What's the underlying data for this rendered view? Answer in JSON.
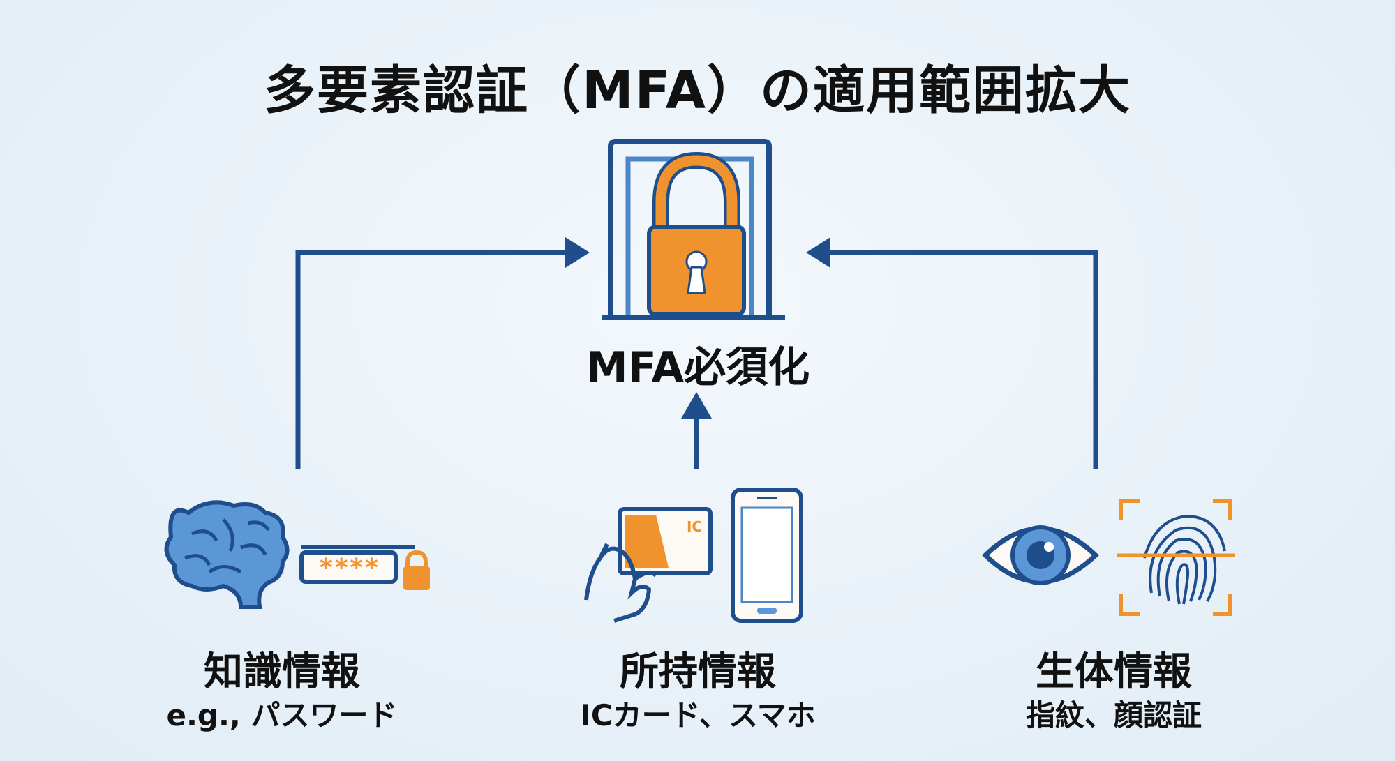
{
  "title": "多要素認証（MFA）の適用範囲拡大",
  "center": {
    "label": "MFA必須化"
  },
  "categories": [
    {
      "title": "知識情報",
      "subtitle": "e.g., パスワード",
      "password_mask": "****"
    },
    {
      "title": "所持情報",
      "subtitle": "ICカード、スマホ",
      "card_text": "IC"
    },
    {
      "title": "生体情報",
      "subtitle": "指紋、顔認証"
    }
  ],
  "colors": {
    "primary_blue": "#1f4e8c",
    "icon_blue": "#4a86c8",
    "light_blue": "#8fb8e6",
    "accent_orange": "#f0922e",
    "text": "#111111"
  },
  "icons": [
    "door-frame-icon",
    "padlock-icon",
    "brain-icon",
    "password-field-icon",
    "hand-with-card-icon",
    "smartphone-icon",
    "eye-icon",
    "fingerprint-scan-icon"
  ]
}
